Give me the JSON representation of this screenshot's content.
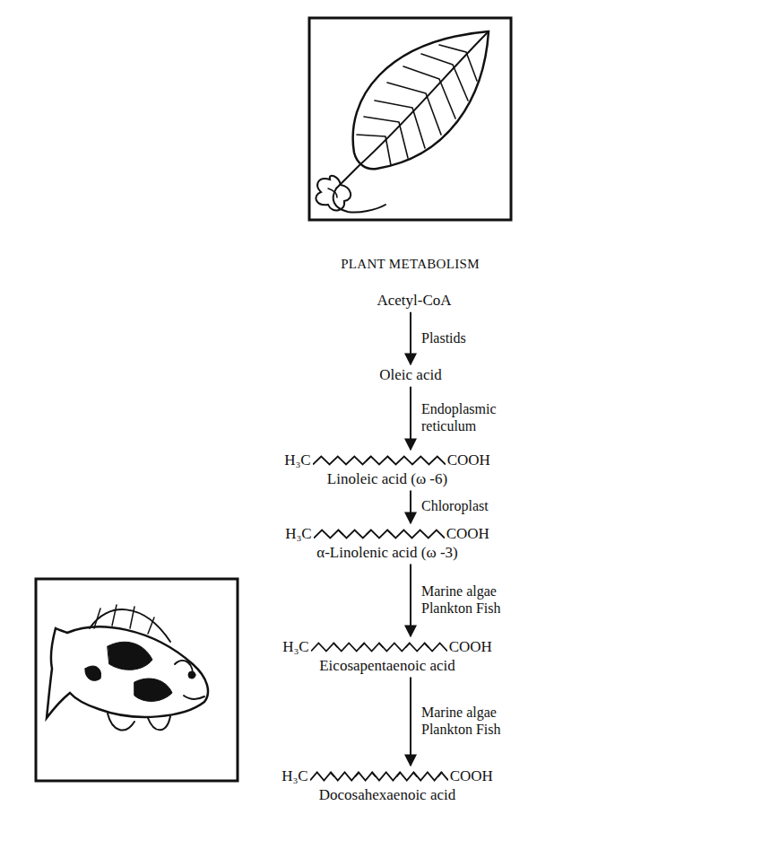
{
  "diagram": {
    "title": "PLANT METABOLISM",
    "nodes": [
      {
        "text": [
          "Acetyl-CoA"
        ]
      },
      {
        "text": [
          "Oleic acid"
        ]
      },
      {
        "text": [
          "H₃C",
          "COOH",
          "Linoleic acid (ω -6)"
        ]
      },
      {
        "text": [
          "H₃C",
          "COOH",
          "α-Linolenic acid (ω -3)"
        ]
      },
      {
        "text": [
          "H₃C",
          "COOH",
          "Eicosapentaenoic acid"
        ]
      },
      {
        "text": [
          "H₃C",
          "COOH",
          "Docosahexaenoic acid"
        ]
      }
    ],
    "edges": [
      {
        "from": 0,
        "to": 1,
        "arrow": "to",
        "label": "Plastids"
      },
      {
        "from": 1,
        "to": 2,
        "arrow": "to",
        "label": "Endoplasmic reticulum"
      },
      {
        "from": 2,
        "to": 3,
        "arrow": "to",
        "label": "Chloroplast"
      },
      {
        "from": 3,
        "to": 4,
        "arrow": "to",
        "label": "Marine algae Plankton Fish"
      },
      {
        "from": 4,
        "to": 5,
        "arrow": "to",
        "label": "Marine algae Plankton Fish"
      }
    ]
  }
}
